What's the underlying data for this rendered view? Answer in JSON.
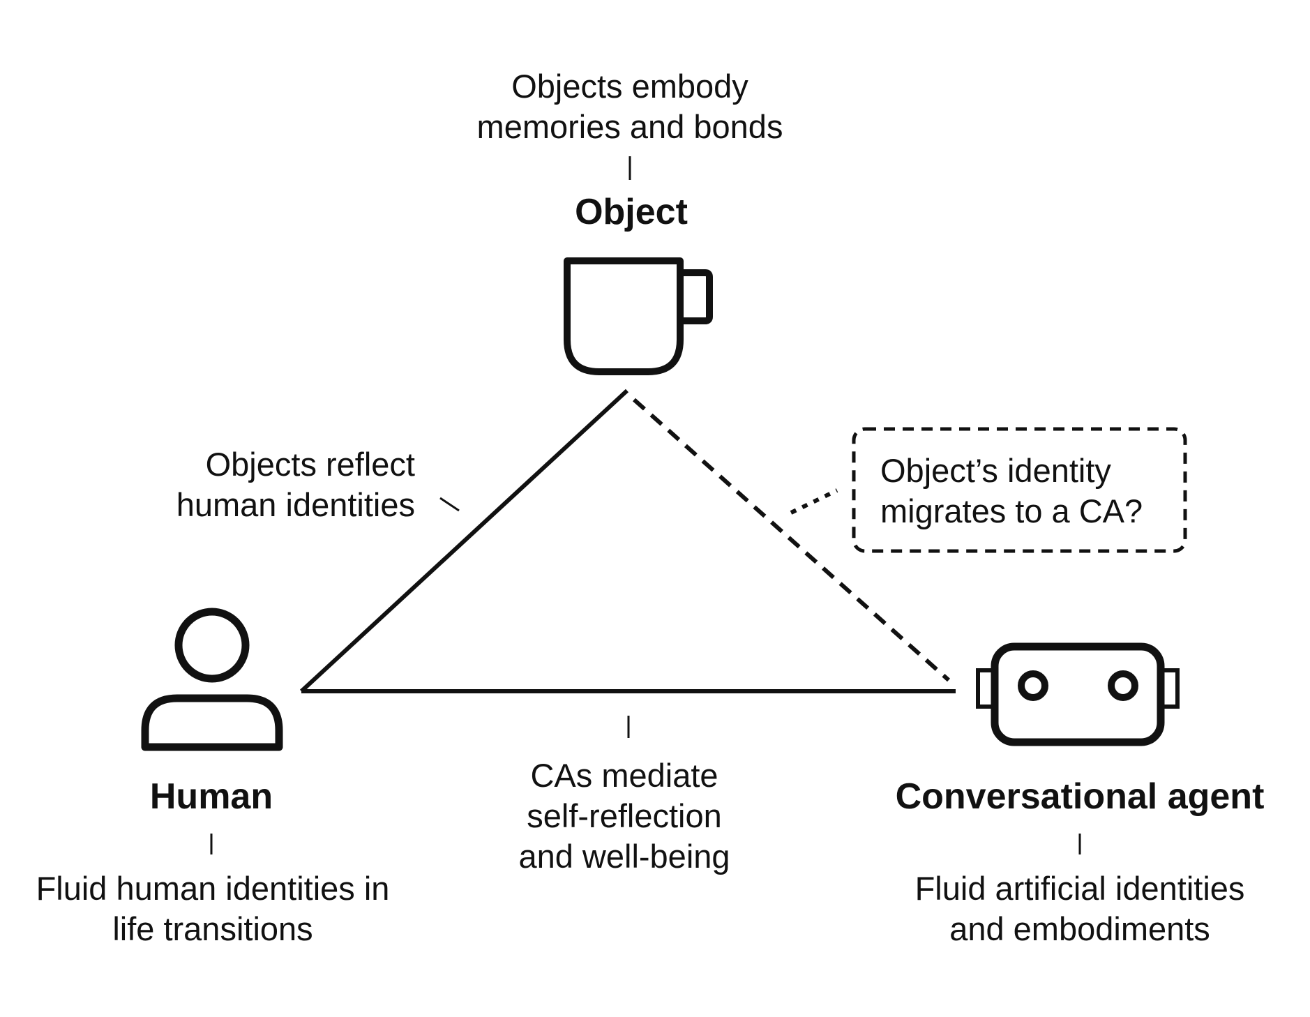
{
  "nodes": {
    "object": {
      "label": "Object",
      "note": "Objects embody memories and bonds",
      "icon": "mug-icon"
    },
    "human": {
      "label": "Human",
      "note": "Fluid human identities in life transitions",
      "icon": "person-icon"
    },
    "agent": {
      "label": "Conversational agent",
      "note": "Fluid artificial identities and embodiments",
      "icon": "robot-icon"
    }
  },
  "edges": {
    "object_human": {
      "label": "Objects reflect human identities",
      "style": "solid"
    },
    "human_agent": {
      "label": "CAs mediate self-reflection and well-being",
      "style": "solid"
    },
    "object_agent": {
      "label": "Object’s identity migrates to a CA?",
      "style": "dashed"
    }
  },
  "colors": {
    "ink": "#111111",
    "background": "#ffffff"
  }
}
